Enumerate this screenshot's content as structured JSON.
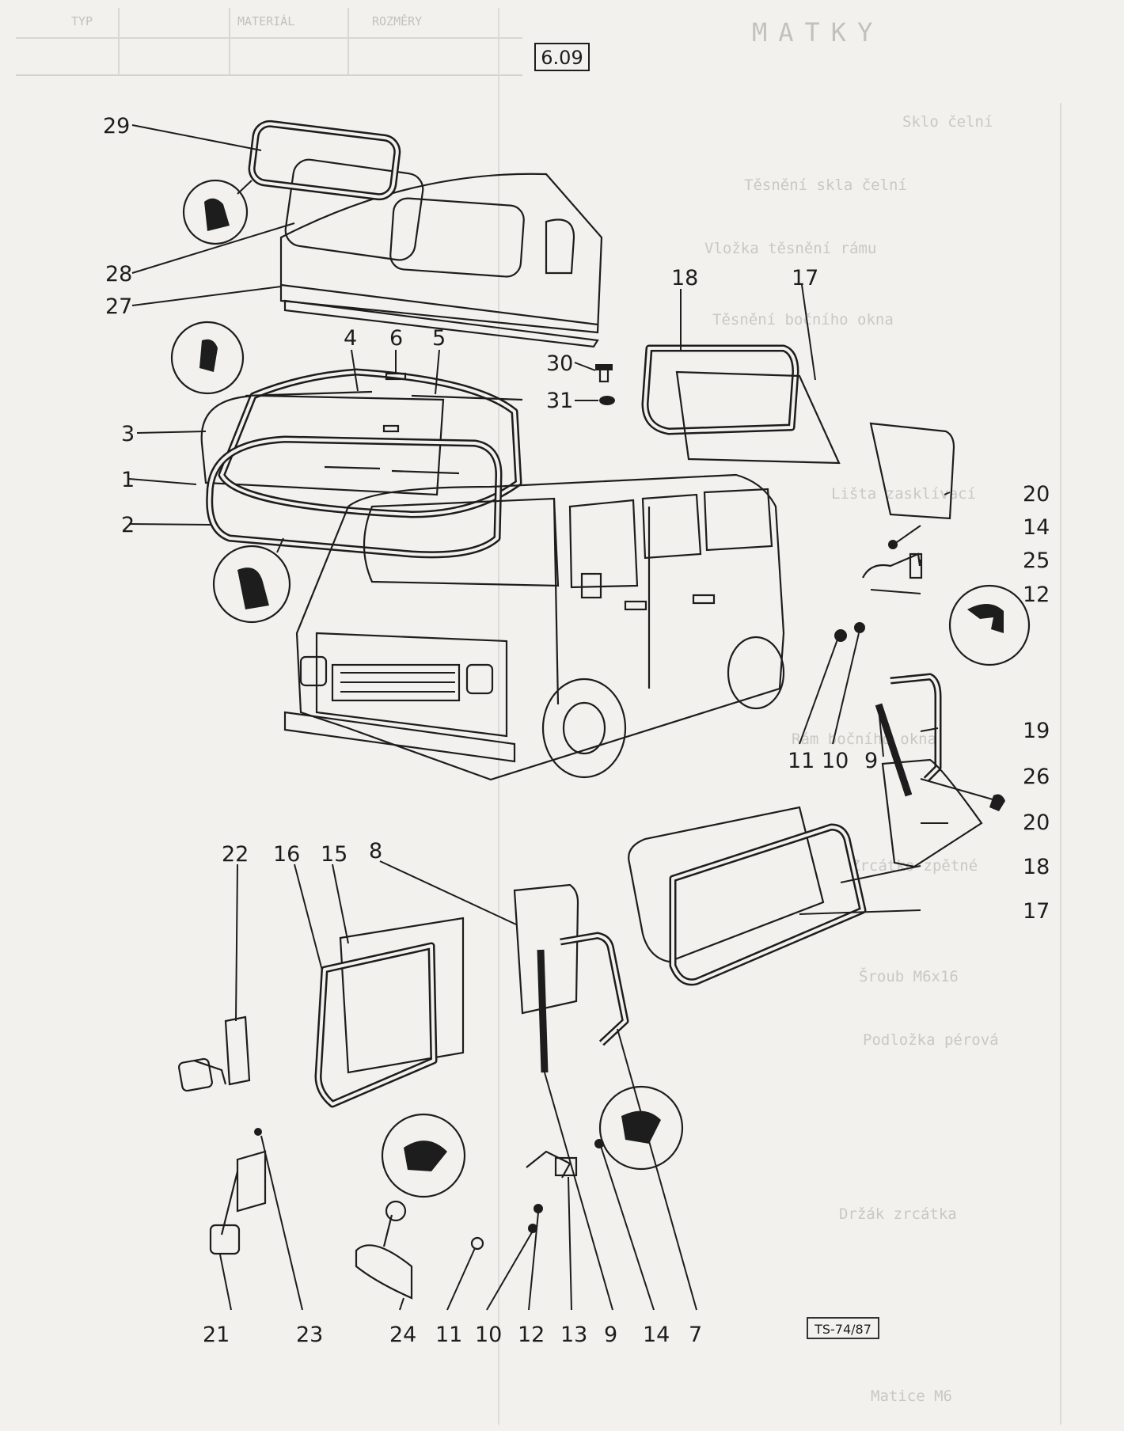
{
  "figure": {
    "page_code": "6.09",
    "drawing_code": "TS-74/87"
  },
  "background_print": {
    "header_cells": [
      "TYP",
      "MATERIÁL",
      "ROZMĚRY",
      "MATKY"
    ],
    "rows": [
      "Sklo čelní",
      "Těsnění skla čelní",
      "Vložka těsnění rámu",
      "Těsnění bočního okna",
      "Lišta zasklívací",
      "Rám bočního okna",
      "Zrcátko zpětné",
      "Šroub M6x16",
      "Podložka pérová",
      "Držák zrcátka",
      "Matice M6"
    ]
  },
  "callouts": {
    "n1": "1",
    "n2": "2",
    "n3": "3",
    "n4": "4",
    "n5": "5",
    "n6": "6",
    "n7": "7",
    "n8": "8",
    "n9a": "9",
    "n9b": "9",
    "n10a": "10",
    "n10b": "10",
    "n11a": "11",
    "n11b": "11",
    "n12a": "12",
    "n12b": "12",
    "n13": "13",
    "n14a": "14",
    "n14b": "14",
    "n15": "15",
    "n16": "16",
    "n17a": "17",
    "n17b": "17",
    "n18a": "18",
    "n18b": "18",
    "n19": "19",
    "n20a": "20",
    "n20b": "20",
    "n21": "21",
    "n22": "22",
    "n23": "23",
    "n24": "24",
    "n25": "25",
    "n26": "26",
    "n27": "27",
    "n28": "28",
    "n29": "29",
    "n30": "30",
    "n31": "31"
  }
}
